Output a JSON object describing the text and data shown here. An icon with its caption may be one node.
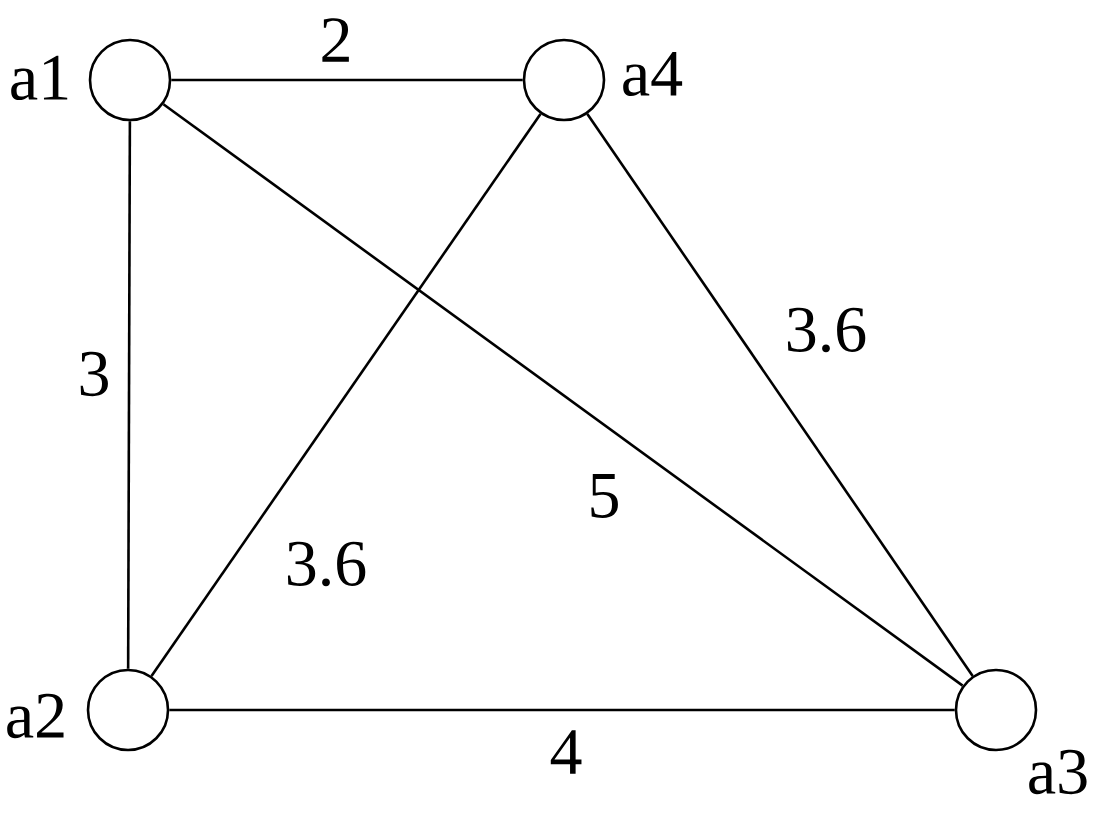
{
  "diagram": {
    "nodes": [
      {
        "text": [],
        "shape": "circle",
        "beside": [
          "a1"
        ]
      },
      {
        "text": [],
        "shape": "circle",
        "beside": [
          "a4"
        ]
      },
      {
        "text": [],
        "shape": "circle",
        "beside": [
          "a2"
        ]
      },
      {
        "text": [],
        "shape": "circle",
        "beside": [
          "a3"
        ]
      }
    ],
    "edges": [
      {
        "from": 0,
        "to": 1,
        "arrow": "none",
        "label": "2"
      },
      {
        "from": 0,
        "to": 2,
        "arrow": "none",
        "label": "3"
      },
      {
        "from": 0,
        "to": 3,
        "arrow": "none",
        "label": "5"
      },
      {
        "from": 1,
        "to": 2,
        "arrow": "none",
        "label": "3.6"
      },
      {
        "from": 1,
        "to": 3,
        "arrow": "none",
        "label": "3.6"
      },
      {
        "from": 2,
        "to": 3,
        "arrow": "none",
        "label": "4"
      }
    ]
  }
}
